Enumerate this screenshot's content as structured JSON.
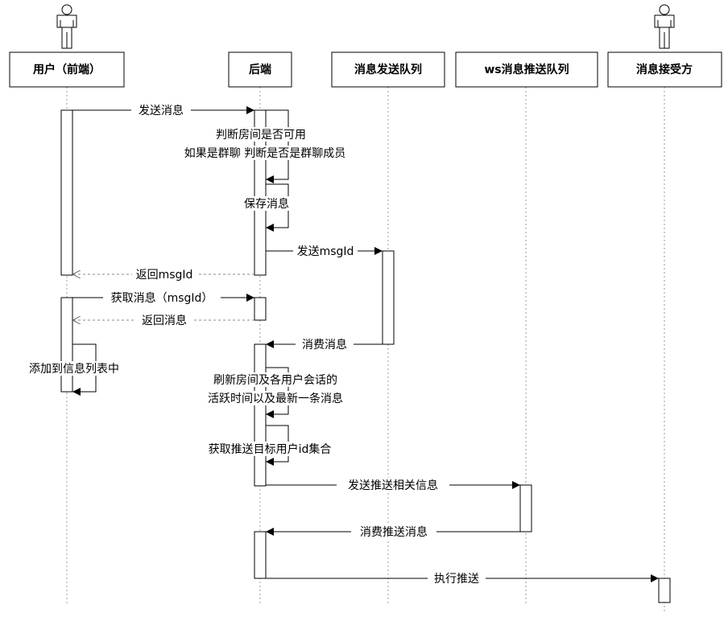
{
  "participants": {
    "user": "用户（前端）",
    "backend": "后端",
    "send_queue": "消息发送队列",
    "ws_queue": "ws消息推送队列",
    "receiver": "消息接受方"
  },
  "messages": {
    "send_message": "发送消息",
    "check_room_line1": "判断房间是否可用",
    "check_room_line2": "如果是群聊 判断是否是群聊成员",
    "save_message": "保存消息",
    "send_msgid": "发送msgId",
    "return_msgid": "返回msgId",
    "get_message": "获取消息（msgId）",
    "return_message": "返回消息",
    "consume_message": "消费消息",
    "add_to_list": "添加到信息列表中",
    "refresh_line1": "刷新房间及各用户会话的",
    "refresh_line2": "活跃时间以及最新一条消息",
    "get_push_targets": "获取推送目标用户id集合",
    "send_push_info": "发送推送相关信息",
    "consume_push": "消费推送消息",
    "execute_push": "执行推送"
  }
}
